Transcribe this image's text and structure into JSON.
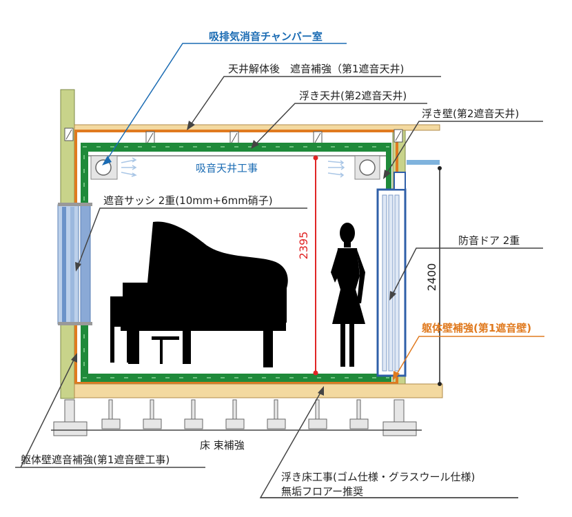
{
  "labels": {
    "chamber": "吸排気消音チャンバー室",
    "ceiling_reinforce": "天井解体後　遮音補強（第1遮音天井)",
    "floating_ceiling": "浮き天井(第2遮音天井)",
    "floating_wall": "浮き壁(第2遮音天井)",
    "sash": "遮音サッシ 2重(10mm+6mm硝子)",
    "door": "防音ドア 2重",
    "body_wall_reinforce": "躯体壁補強(第1遮音壁)",
    "floor_beam": "床 束補強",
    "body_wall_sound": "躯体壁遮音補強(第1遮音壁工事)",
    "floating_floor_1": "浮き床工事(ゴム仕様・グラスウール仕様)",
    "floating_floor_2": "無垢フロアー推奨",
    "absorb_ceiling": "吸音天井工事"
  },
  "dimensions": {
    "inner_height": "2395",
    "outer_height": "2400"
  },
  "colors": {
    "green": "#1f8a3a",
    "orange": "#e07a1f",
    "blue": "#1a6bb3",
    "olive": "#c8d38a",
    "floor": "#f3d9a0",
    "red": "#e02424"
  },
  "icons": [
    "grand-piano-icon",
    "woman-silhouette-icon",
    "vent-unit-icon",
    "air-flow-icon"
  ]
}
